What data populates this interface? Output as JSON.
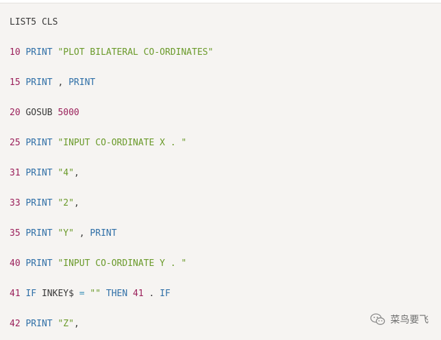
{
  "code": {
    "header": "LIST5 CLS",
    "lines": [
      {
        "num": "10",
        "kw1": "PRINT",
        "str1": "\"PLOT BILATERAL CO-ORDINATES\""
      },
      {
        "num": "15",
        "kw1": "PRINT",
        "punct": ",",
        "kw2": "PRINT"
      },
      {
        "num": "20",
        "kw1": "GOSUB",
        "target": "5000"
      },
      {
        "num": "25",
        "kw1": "PRINT",
        "str1": "\"INPUT CO-ORDINATE X . \""
      },
      {
        "num": "31",
        "kw1": "PRINT",
        "str1": "\"4\"",
        "tail": ","
      },
      {
        "num": "33",
        "kw1": "PRINT",
        "str1": "\"2\"",
        "tail": ","
      },
      {
        "num": "35",
        "kw1": "PRINT",
        "str1": "\"Y\"",
        "punct": ",",
        "kw2": "PRINT"
      },
      {
        "num": "40",
        "kw1": "PRINT",
        "str1": "\"INPUT CO-ORDINATE Y . \""
      },
      {
        "num": "41",
        "kw1": "IF",
        "var": "INKEY$",
        "op": "=",
        "str1": "\"\"",
        "kw2": "THEN",
        "target": "41",
        "dot": ".",
        "kw3": "IF"
      },
      {
        "num": "42",
        "kw1": "PRINT",
        "str1": "\"Z\"",
        "tail": ","
      }
    ]
  },
  "watermark": {
    "icon": "wechat-icon",
    "text": "菜鸟要飞"
  }
}
